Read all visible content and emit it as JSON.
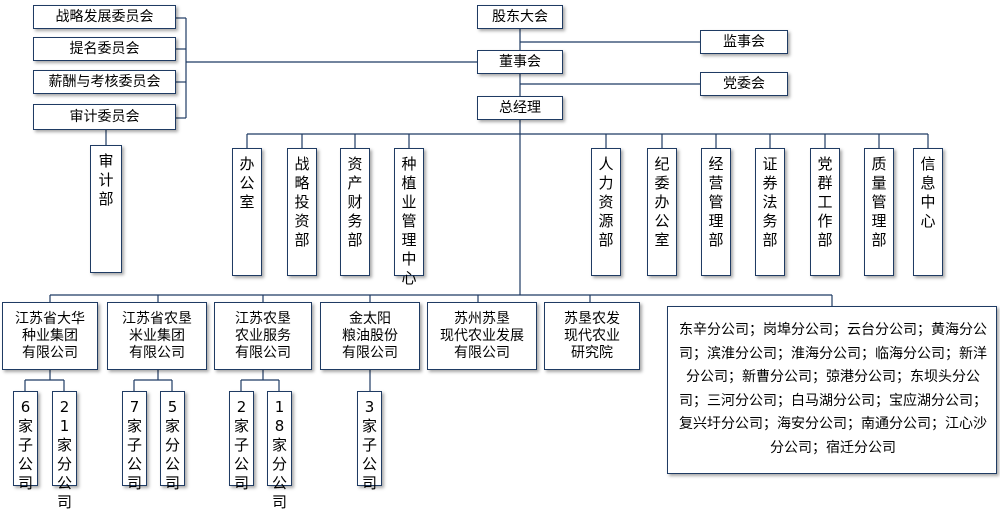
{
  "top": {
    "shareholders": "股东大会",
    "board": "董事会",
    "supervisors": "监事会",
    "party": "党委会",
    "gm": "总经理"
  },
  "committees": [
    "战略发展委员会",
    "提名委员会",
    "薪酬与考核委员会",
    "审计委员会"
  ],
  "audit_dept": "审计部",
  "departments": [
    "办公室",
    "战略投资部",
    "资产财务部",
    "种植业管理中心",
    "人力资源部",
    "纪委办公室",
    "经营管理部",
    "证券法务部",
    "党群工作部",
    "质量管理部",
    "信息中心"
  ],
  "subsidiaries": [
    "江苏省大华\n种业集团\n有限公司",
    "江苏省农垦\n米业集团\n有限公司",
    "江苏农垦\n农业服务\n有限公司",
    "金太阳\n粮油股份\n有限公司",
    "苏州苏垦\n现代农业发展\n有限公司",
    "苏垦农发\n现代农业\n研究院"
  ],
  "branches_text": "东辛分公司；岗埠分公司；云台分公司；黄海分公司；滨淮分公司；淮海分公司；临海分公司；新洋分公司；新曹分公司；弶港分公司；东坝头分公司；三河分公司；白马湖分公司；宝应湖分公司；复兴圩分公司；海安分公司；南通分公司；江心沙分公司；宿迁分公司",
  "sub_units": [
    "6家子公司",
    "21家分公司",
    "7家子公司",
    "5家分公司",
    "2家子公司",
    "18家分公司",
    "3家子公司"
  ]
}
